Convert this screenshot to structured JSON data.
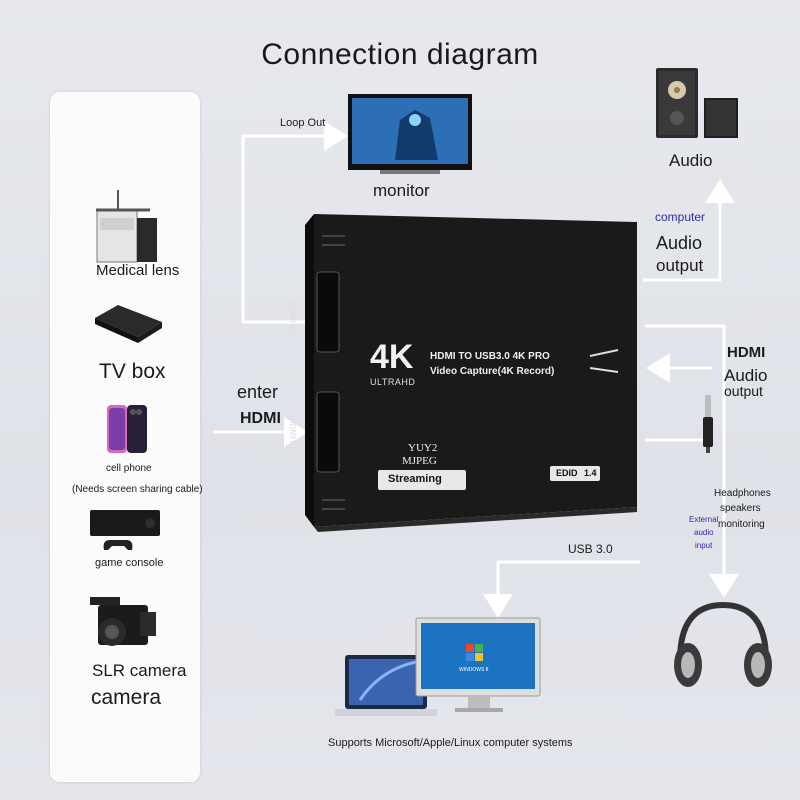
{
  "title": "Connection diagram",
  "sources": {
    "medical": "Medical lens",
    "tvbox": "TV box",
    "phone": "cell phone",
    "phone_note": "(Needs screen sharing cable)",
    "console": "game console",
    "slr": "SLR camera",
    "camera": "camera"
  },
  "labels": {
    "loop_out": "Loop Out",
    "monitor": "monitor",
    "audio": "Audio",
    "computer": "computer",
    "audio_output": "Audio",
    "audio_output2": "output",
    "hdmi_audio1": "HDMI",
    "hdmi_audio2": "Audio",
    "hdmi_audio3": "output",
    "enter": "enter",
    "hdmi": "HDMI",
    "headphones1": "Headphones",
    "headphones2": "speakers",
    "headphones3": "monitoring",
    "ext1": "External",
    "ext2": "audio",
    "ext3": "input",
    "usb": "USB 3.0",
    "support": "Supports Microsoft/Apple/Linux computer systems"
  },
  "device": {
    "logo": "4K",
    "logo_sub": "ULTRAHD",
    "line1": "HDMI TO USB3.0 4K PRO",
    "line2": "Video Capture(4K Record)",
    "port_out": "HDMI OUT",
    "port_in": "HDMI IN",
    "yuy2": "YUY2",
    "mjpeg": "MJPEG",
    "streaming": "Streaming",
    "edid": "EDID",
    "edid_ver": "1.4"
  },
  "screen": {
    "os": "WINDOWS 8"
  },
  "colors": {
    "line": "#ffffff",
    "device": "#141414",
    "accent_blue": "#2c2ca8"
  }
}
